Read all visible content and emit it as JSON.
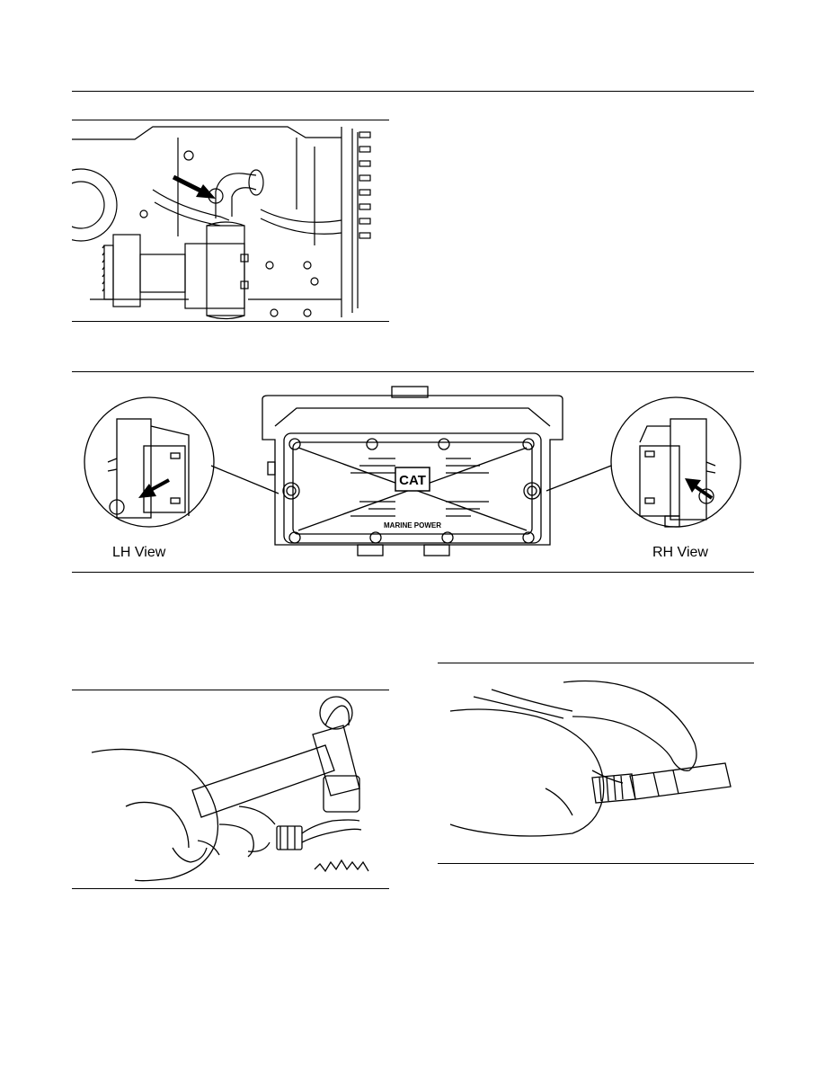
{
  "figure_engine_block": {
    "description_hidden": ""
  },
  "figure_side_cover": {
    "lh_label": "LH View",
    "rh_label": "RH View",
    "cover_logo_text": "CAT",
    "cover_text": "MARINE POWER"
  },
  "figure_hammer": {},
  "figure_hands_tool": {}
}
